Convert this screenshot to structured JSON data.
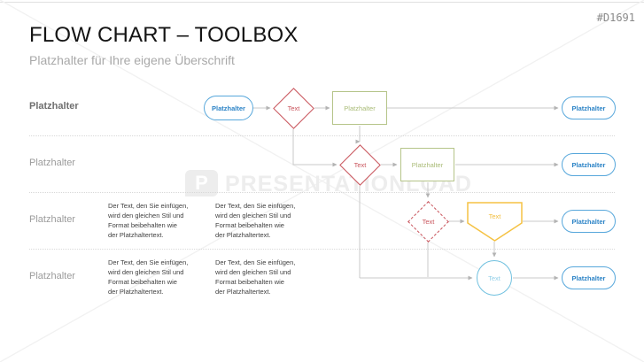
{
  "header": {
    "title": "FLOW CHART – TOOLBOX",
    "subtitle": "Platzhalter für Ihre eigene Überschrift",
    "product_code": "#D1691"
  },
  "watermark": {
    "logo_letter": "P",
    "text": "PRESENTATIONLOAD"
  },
  "rows": [
    {
      "label": "Platzhalter"
    },
    {
      "label": "Platzhalter"
    },
    {
      "label": "Platzhalter"
    },
    {
      "label": "Platzhalter"
    }
  ],
  "placeholder_text": "Der Text, den Sie einfügen,\nwird den gleichen Stil und\nFormat beibehalten wie\nder Platzhaltertext.",
  "flow": {
    "start_label": "Platzhalter",
    "decision1_label": "Text",
    "process1_label": "Platzhalter",
    "decision2_label": "Text",
    "process2_label": "Platzhalter",
    "decision3_label": "Text",
    "offpage_label": "Text",
    "connector_circle_label": "Text",
    "end_labels": [
      "Platzhalter",
      "Platzhalter",
      "Platzhalter",
      "Platzhalter"
    ]
  },
  "colors": {
    "accent_blue": "#2B83C6",
    "stadium_border": "#57A7DB",
    "decision_red": "#C9545C",
    "process_green": "#B5C489",
    "offpage_yellow": "#F5C243",
    "connector_blue": "#6FC0DF",
    "line_gray": "#C9C9C9"
  }
}
